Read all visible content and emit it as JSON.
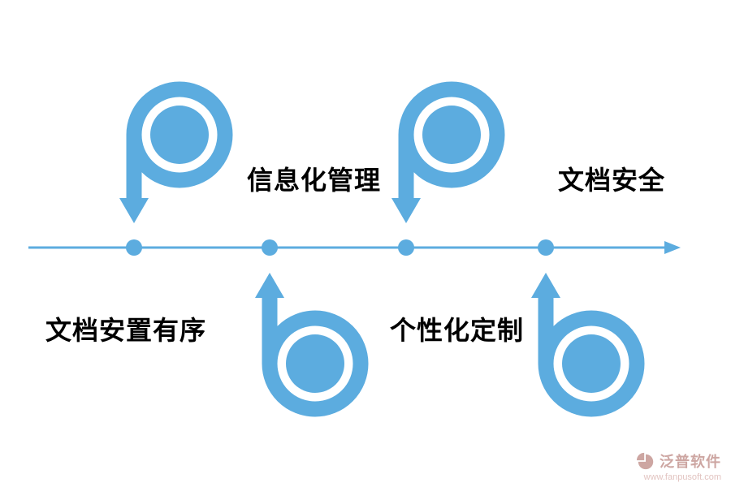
{
  "colors": {
    "background": "#ffffff",
    "accent": "#5cacdf",
    "label_text": "#000000",
    "watermark_text": "#cda6a2",
    "watermark_url_text": "#e2c4c1"
  },
  "timeline": {
    "direction": "left-to-right",
    "node_count": 4,
    "nodes": [
      {
        "index": 1,
        "loop": "above"
      },
      {
        "index": 2,
        "loop": "below"
      },
      {
        "index": 3,
        "loop": "above"
      },
      {
        "index": 4,
        "loop": "below"
      }
    ]
  },
  "labels": [
    {
      "id": "top-left",
      "text": "信息化管理"
    },
    {
      "id": "top-right",
      "text": "文档安全"
    },
    {
      "id": "bottom-left",
      "text": "文档安置有序"
    },
    {
      "id": "bottom-right",
      "text": "个性化定制"
    }
  ],
  "watermark": {
    "brand": "泛普软件",
    "url": "www.fanpusoft.com"
  }
}
